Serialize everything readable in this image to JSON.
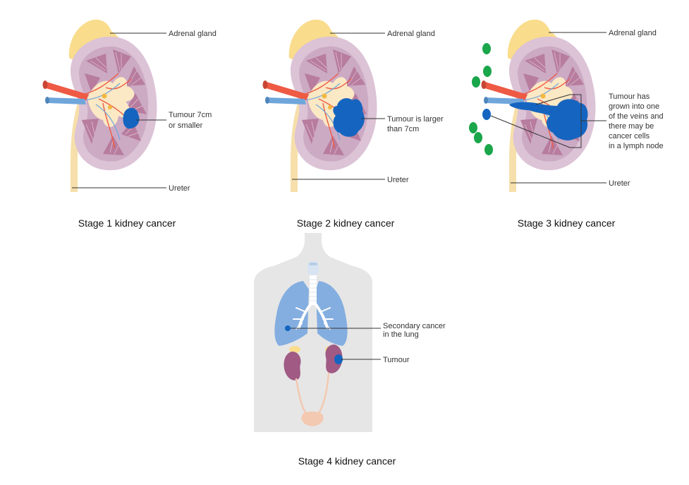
{
  "colors": {
    "adrenal": "#f9dc8c",
    "kidney_outer": "#dcc3d6",
    "kidney_inner": "#ccaac4",
    "medulla": "#b77c9e",
    "calyx": "#fbe8c4",
    "artery": "#ee5a44",
    "vein": "#6fa6db",
    "ureter": "#f6dfaa",
    "tumour": "#1565c0",
    "lymph_node": "#1aa64a",
    "body": "#e6e6e6",
    "lung": "#84aee0",
    "kidney4": "#a05a84",
    "bladder": "#f3c9b2"
  },
  "stage1": {
    "caption": "Stage 1 kidney cancer",
    "labels": {
      "adrenal": "Adrenal gland",
      "tumour_l1": "Tumour 7cm",
      "tumour_l2": "or smaller",
      "ureter": "Ureter"
    }
  },
  "stage2": {
    "caption": "Stage 2 kidney cancer",
    "labels": {
      "adrenal": "Adrenal gland",
      "tumour_l1": "Tumour is larger",
      "tumour_l2": "than 7cm",
      "ureter": "Ureter"
    }
  },
  "stage3": {
    "caption": "Stage 3 kidney cancer",
    "labels": {
      "adrenal": "Adrenal gland",
      "tumour_l1": "Tumour has",
      "tumour_l2": "grown into one",
      "tumour_l3": "of the veins and",
      "tumour_l4": "there may be",
      "tumour_l5": "cancer cells",
      "tumour_l6": "in a lymph node",
      "ureter": "Ureter"
    }
  },
  "stage4": {
    "caption": "Stage 4 kidney cancer",
    "labels": {
      "lung_l1": "Secondary cancer",
      "lung_l2": "in the lung",
      "tumour": "Tumour"
    }
  }
}
